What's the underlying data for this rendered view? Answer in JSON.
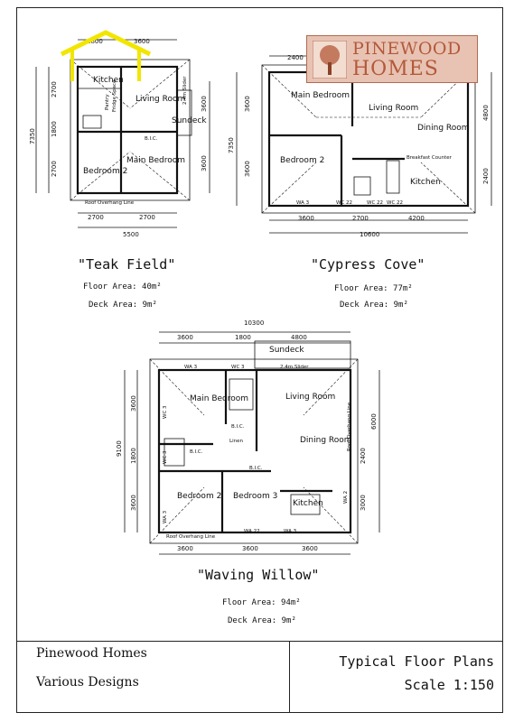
{
  "logo": {
    "line1": "PINEWOOD",
    "line2": "HOMES"
  },
  "plans": [
    {
      "name": "\"Teak Field\"",
      "floor_area": "Floor Area: 40m²",
      "deck_area": "Deck Area: 9m²",
      "rooms": [
        "Kitchen",
        "Living Room",
        "Sundeck",
        "Main Bedroom",
        "Bedroom 2",
        "B.I.C."
      ],
      "dims": [
        "1800",
        "3600",
        "5500",
        "2700",
        "2700",
        "7350",
        "2700",
        "1800",
        "2700",
        "3600",
        "3600"
      ],
      "notes": [
        "Roof Overhang Line",
        "2.4m Slider",
        "Pantry",
        "Fridge Space"
      ]
    },
    {
      "name": "\"Cypress Cove\"",
      "floor_area": "Floor Area: 77m²",
      "deck_area": "Deck Area: 9m²",
      "rooms": [
        "Main Bedroom",
        "Living Room",
        "Dining Room",
        "Bedroom 2",
        "Kitchen",
        "Breakfast Counter"
      ],
      "dims": [
        "2400",
        "10600",
        "3600",
        "2700",
        "4200",
        "7350",
        "3600",
        "3600",
        "4800",
        "2400"
      ],
      "notes": [
        "WA 3",
        "WC 22",
        "WC 22",
        "WC 22"
      ]
    },
    {
      "name": "\"Waving Willow\"",
      "floor_area": "Floor Area: 94m²",
      "deck_area": "Deck Area: 9m²",
      "rooms": [
        "Main Bedroom",
        "Living Room",
        "Dining Room",
        "Bedroom 2",
        "Bedroom 3",
        "Kitchen",
        "Sundeck",
        "Linen",
        "B.I.C.",
        "B.I.C.",
        "B.I.C."
      ],
      "dims": [
        "10300",
        "3600",
        "1800",
        "4800",
        "9100",
        "3600",
        "1800",
        "3600",
        "6000",
        "2400",
        "3000",
        "3600",
        "3600",
        "3600"
      ],
      "notes": [
        "WA 3",
        "WC 3",
        "2.4m Slider",
        "Roof Overhang Line",
        "Roof Overhang Line",
        "WA 22",
        "WA 3",
        "WC 3",
        "WC 3",
        "WA 3",
        "WA 2"
      ]
    }
  ],
  "footer": {
    "company": "Pinewood Homes",
    "subtitle": "Various Designs",
    "doc_title": "Typical Floor Plans",
    "scale": "Scale 1:150"
  },
  "colors": {
    "logo_bg": "#e8c3b3",
    "logo_text": "#b3593a",
    "home_icon": "#f2e600"
  }
}
